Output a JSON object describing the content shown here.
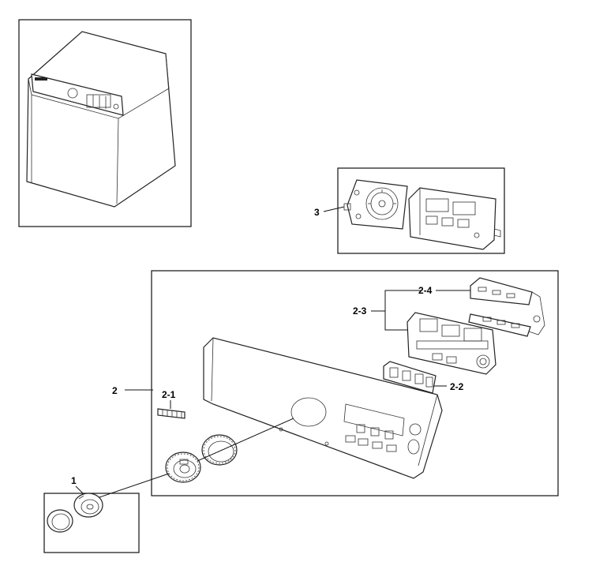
{
  "callouts": {
    "c1": "1",
    "c2": "2",
    "c2_1": "2-1",
    "c2_2": "2-2",
    "c2_3": "2-3",
    "c2_4": "2-4",
    "c3": "3"
  }
}
